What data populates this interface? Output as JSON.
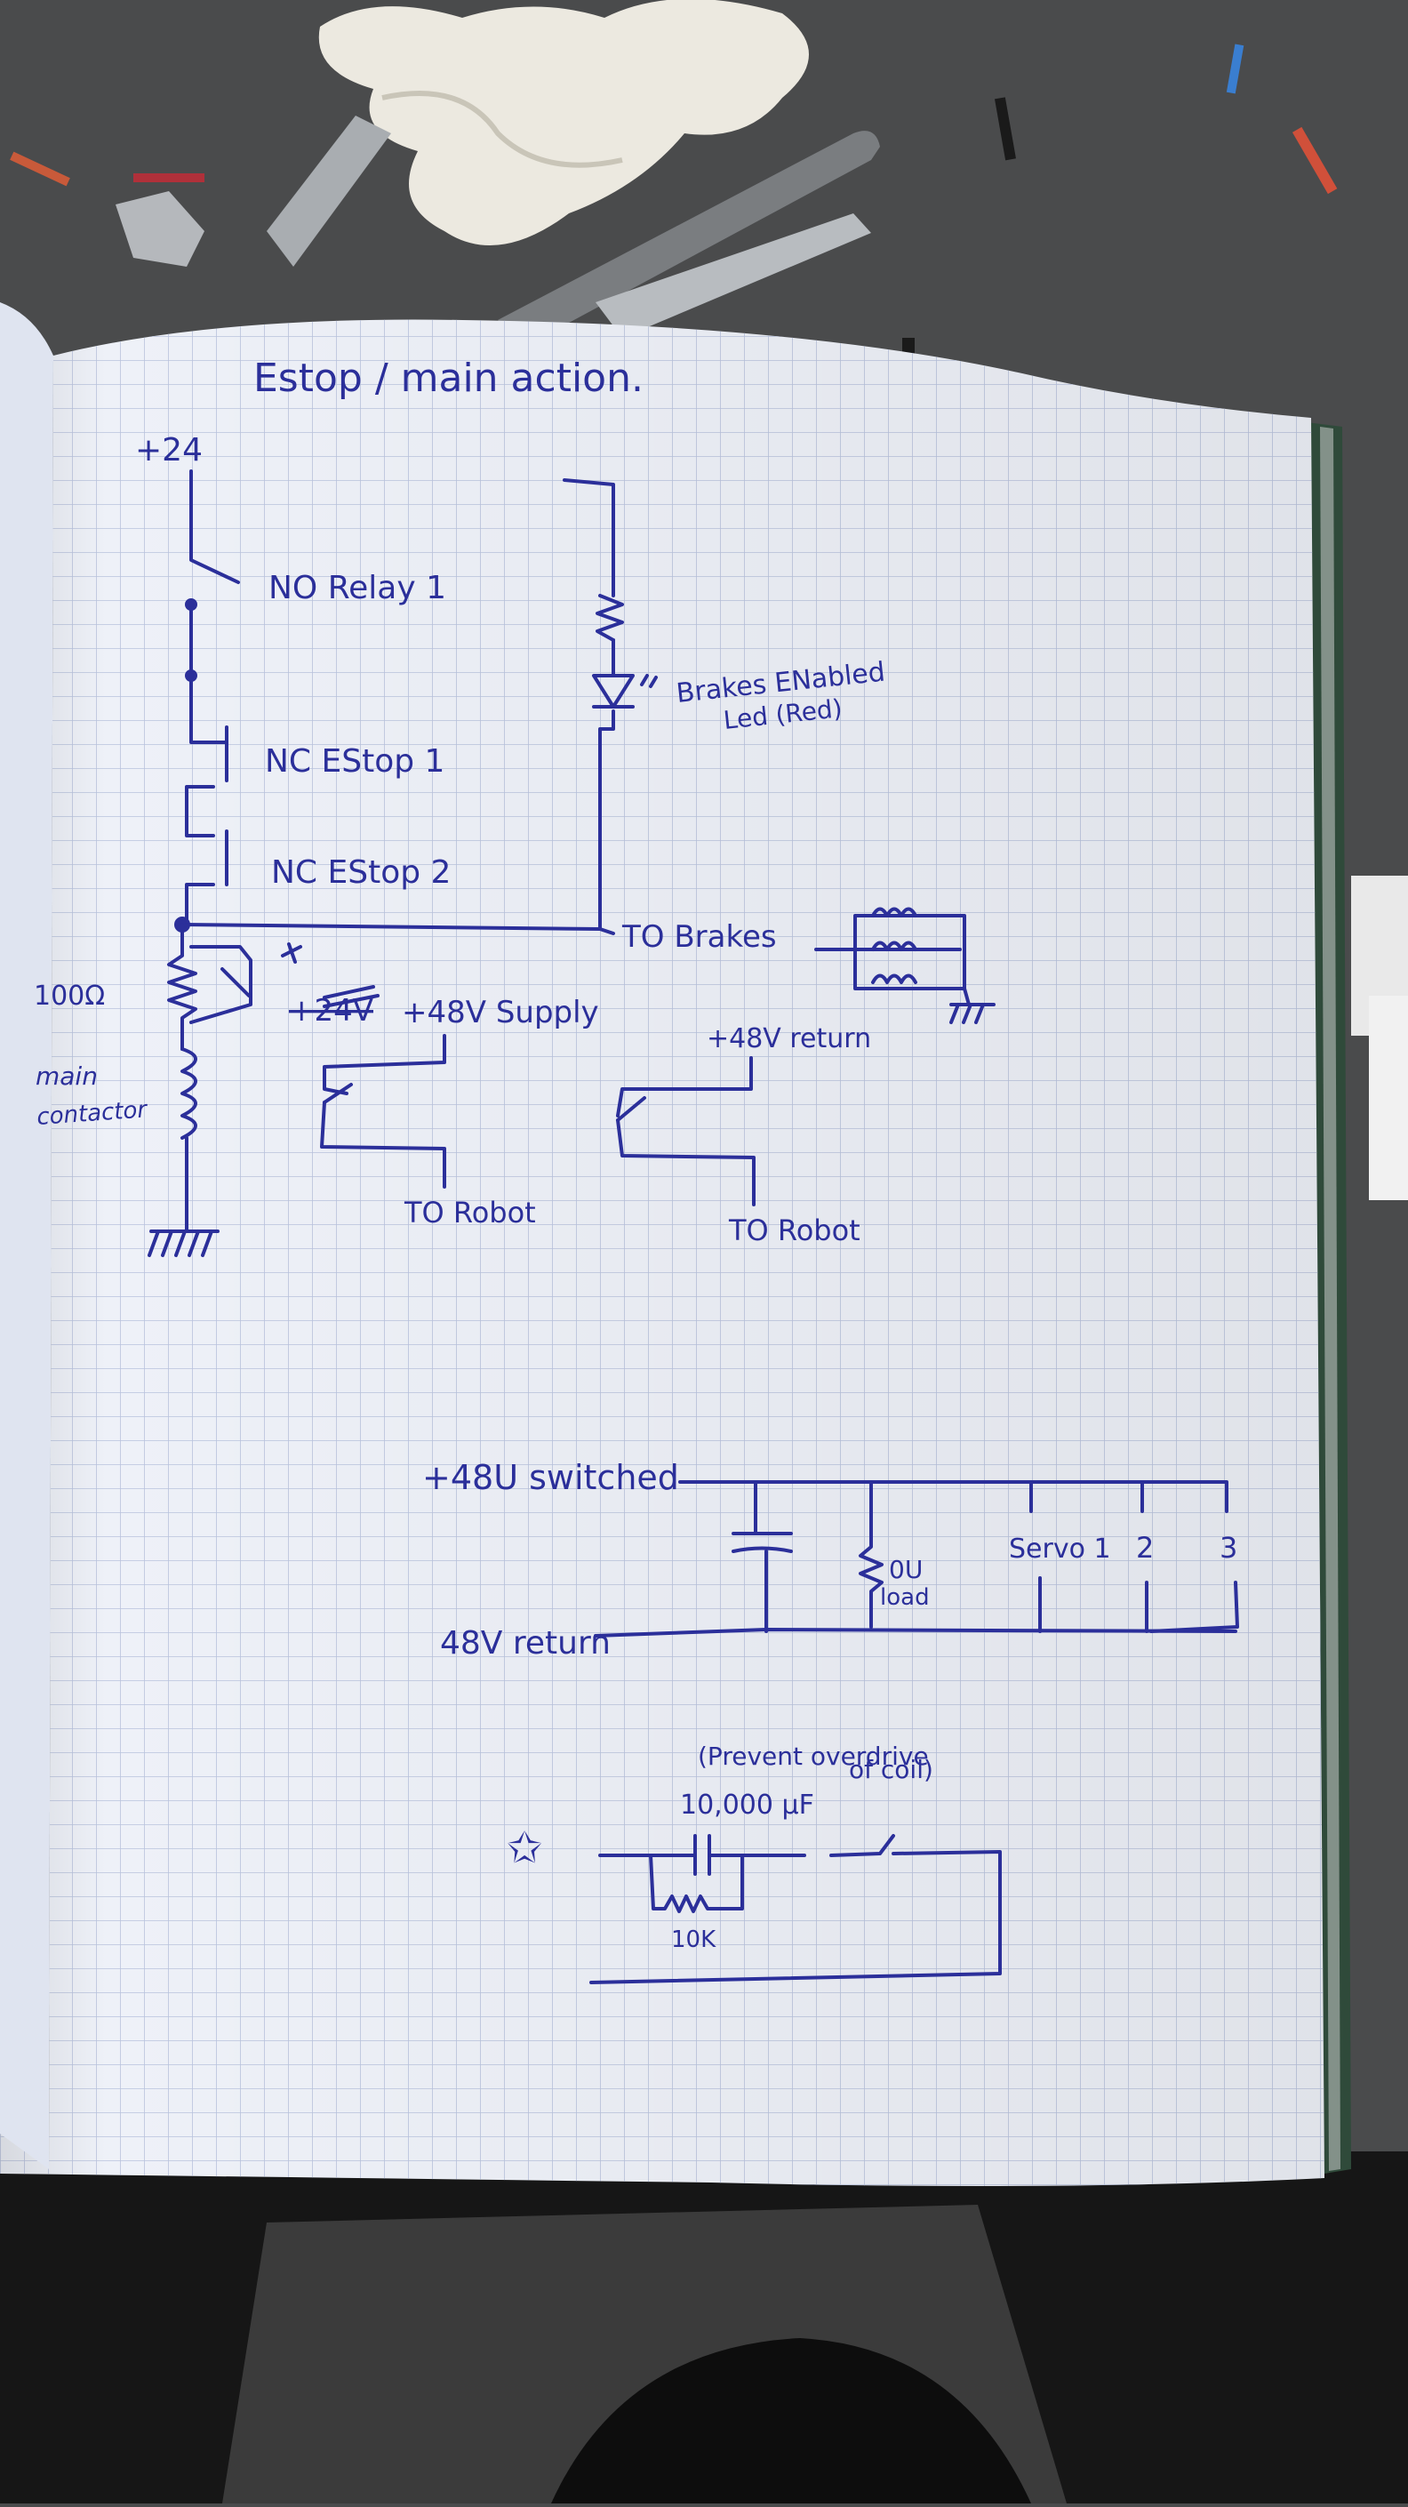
{
  "photo": {
    "subject": "hand-drawn circuit schematic on graph-paper notebook page",
    "ink_color": "#2b2f9a",
    "paper_color": "#eef1f8",
    "grid_color": "#b9c3dd",
    "table_color": "#4a4b4c",
    "floor_color": "#151515"
  },
  "notebook": {
    "title": "Estop / main action.",
    "supply_top": "+24",
    "relay_label": "NO   Relay 1",
    "estop1_label": "NC    EStop 1",
    "estop2_label": "NC   EStop 2",
    "led_label_1": "Brakes ENabled",
    "led_label_2": "Led (Red)",
    "brakes_label": "TO  Brakes",
    "resistor_label": "100Ω",
    "contactor_label_1": "main",
    "contactor_label_2": "contactor",
    "supply_label": "+48V Supply",
    "supply_strike": "+24V",
    "return_label": "+48V return",
    "to_robot_1": "TO Robot",
    "to_robot_2": "TO Robot",
    "switched_label": "+48U switched",
    "return48_label": "48V return",
    "load_label_1": "0U",
    "load_label_2": "load",
    "servo_label_1": "Servo 1",
    "servo_label_2": "2",
    "servo_label_3": "3",
    "note_1": "(Prevent overdrive",
    "note_2": "of coil)",
    "cap_label": "10,000 μF",
    "res10k_label": "10K",
    "star": "✩"
  }
}
